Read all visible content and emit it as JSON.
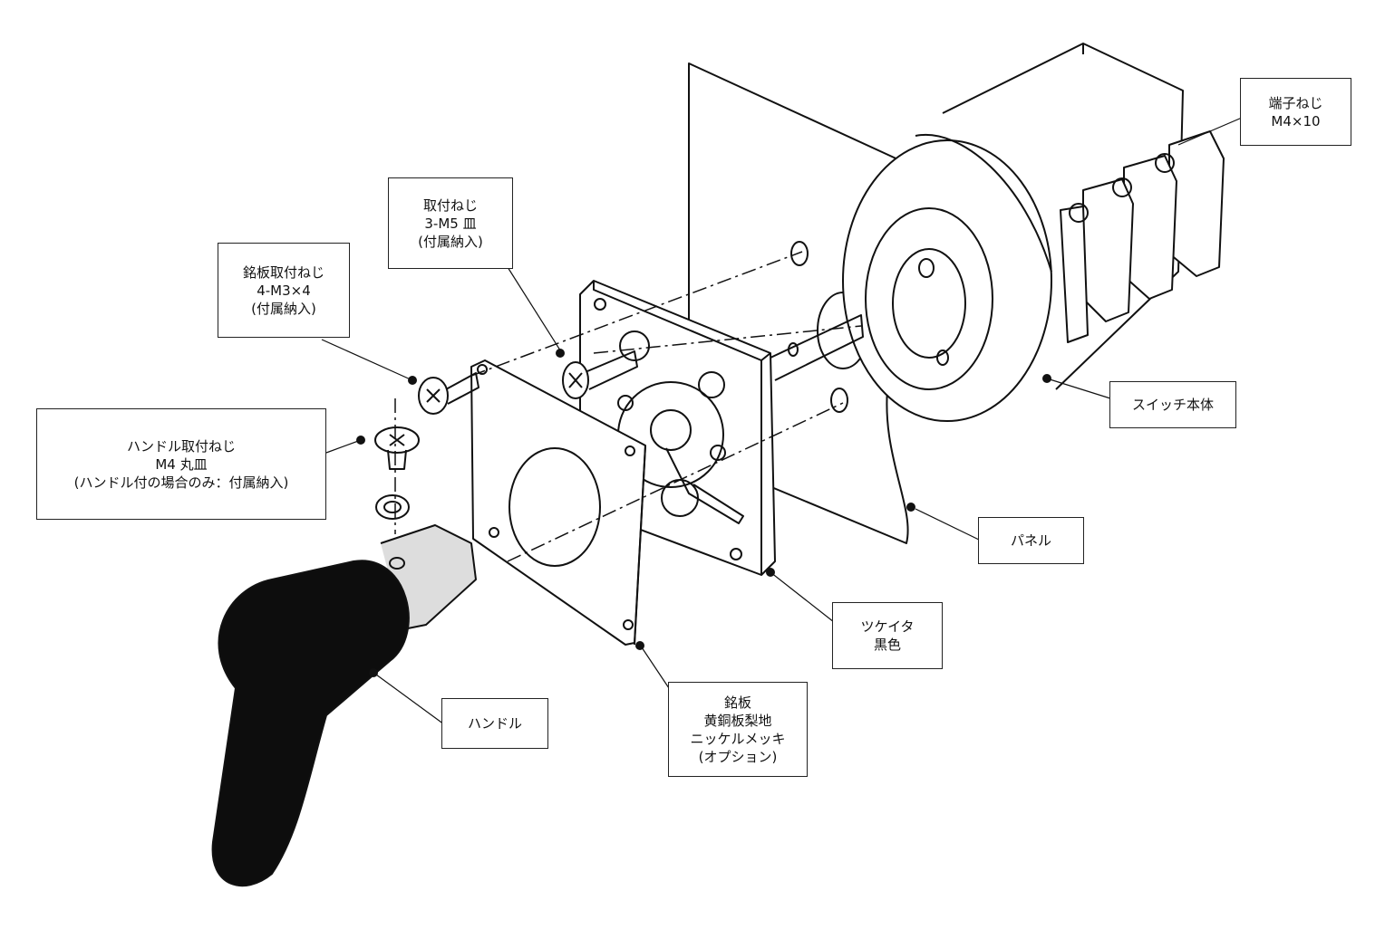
{
  "callouts": {
    "terminal_screw": {
      "line1": "端子ねじ",
      "line2": "M4×10"
    },
    "mount_screw": {
      "line1": "取付ねじ",
      "line2": "3-M5 皿",
      "line3": "(付属納入)"
    },
    "nameplate_screw": {
      "line1": "銘板取付ねじ",
      "line2": "4-M3×4",
      "line3": "(付属納入)"
    },
    "handle_screw": {
      "line1": "ハンドル取付ねじ",
      "line2": "M4 丸皿",
      "line3": "(ハンドル付の場合のみ：付属納入)"
    },
    "switch_body": {
      "line1": "スイッチ本体"
    },
    "panel": {
      "line1": "パネル"
    },
    "mounting_plate": {
      "line1": "ツケイタ",
      "line2": "黒色"
    },
    "handle": {
      "line1": "ハンドル"
    },
    "nameplate": {
      "line1": "銘板",
      "line2": "黄銅板梨地",
      "line3": "ニッケルメッキ",
      "line4": "(オプション)"
    }
  }
}
